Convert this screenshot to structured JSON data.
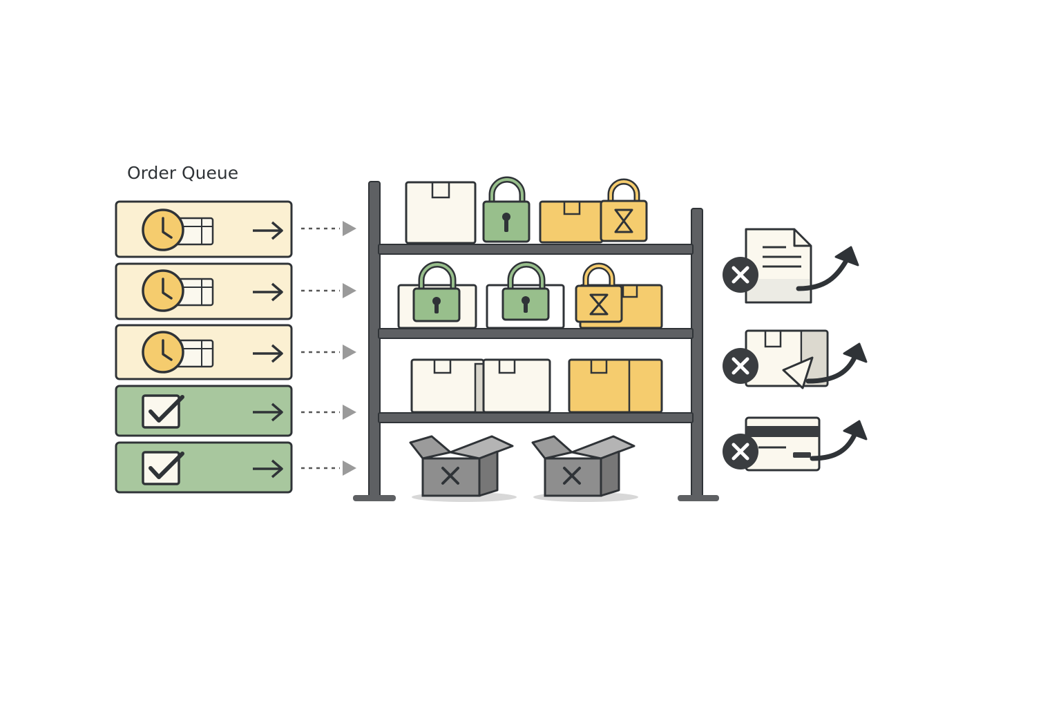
{
  "queue": {
    "title": "Order Queue",
    "rows": [
      {
        "status": "pending",
        "icon": "clock-box-icon"
      },
      {
        "status": "pending",
        "icon": "clock-box-icon"
      },
      {
        "status": "pending",
        "icon": "clock-box-icon"
      },
      {
        "status": "confirmed",
        "icon": "checkbox-icon"
      },
      {
        "status": "confirmed",
        "icon": "checkbox-icon"
      }
    ]
  },
  "shelf": {
    "rows": [
      [
        "box",
        "locked-box",
        "pending-box",
        "pending-lock"
      ],
      [
        "locked-box",
        "locked-box",
        "pending-locked-box"
      ],
      [
        "box-pair",
        "pending-box-pair"
      ],
      [
        "rejected-box",
        "rejected-box"
      ]
    ]
  },
  "failures": [
    {
      "icon": "document-icon",
      "badge": "cancel-icon"
    },
    {
      "icon": "package-return-icon",
      "badge": "cancel-icon"
    },
    {
      "icon": "credit-card-icon",
      "badge": "cancel-icon"
    }
  ],
  "colors": {
    "pending_fill": "#fbf0d2",
    "confirmed_fill": "#a8c79e",
    "amber": "#f5cc6e",
    "green": "#98bf8c",
    "cream": "#fbf8ee",
    "gray": "#8e8e8e",
    "rack": "#5e6063",
    "outline": "#2f3337"
  }
}
